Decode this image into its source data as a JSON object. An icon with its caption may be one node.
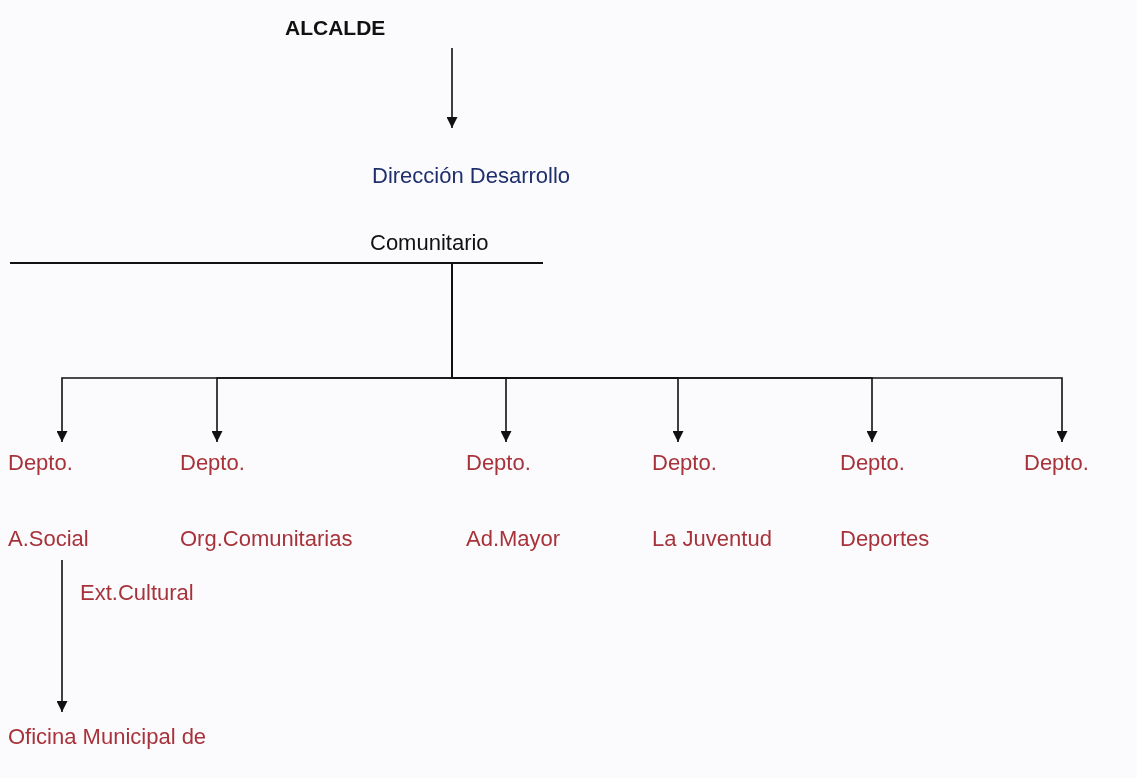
{
  "diagram": {
    "nodes": [
      {
        "text": [
          "ALCALDE"
        ]
      },
      {
        "text": [
          "Dirección Desarrollo",
          "Comunitario"
        ]
      },
      {
        "text": [
          "Depto.",
          "A.Social"
        ]
      },
      {
        "text": [
          "Depto.",
          "Org.Comunitarias"
        ]
      },
      {
        "text": [
          "Depto.",
          "Ad.Mayor"
        ]
      },
      {
        "text": [
          "Depto.",
          "La Juventud"
        ]
      },
      {
        "text": [
          "Depto.",
          "Deportes"
        ]
      },
      {
        "text": [
          "Depto."
        ]
      },
      {
        "text": [
          "Oficina Municipal de"
        ]
      }
    ],
    "edges": [
      {
        "from": 0,
        "to": 1,
        "arrow": "to"
      },
      {
        "from": 1,
        "to": 2,
        "arrow": "to"
      },
      {
        "from": 1,
        "to": 3,
        "arrow": "to"
      },
      {
        "from": 1,
        "to": 4,
        "arrow": "to"
      },
      {
        "from": 1,
        "to": 5,
        "arrow": "to"
      },
      {
        "from": 1,
        "to": 6,
        "arrow": "to"
      },
      {
        "from": 1,
        "to": 7,
        "arrow": "to"
      },
      {
        "from": 2,
        "to": 8,
        "label": "Ext.Cultural",
        "arrow": "to"
      }
    ]
  }
}
